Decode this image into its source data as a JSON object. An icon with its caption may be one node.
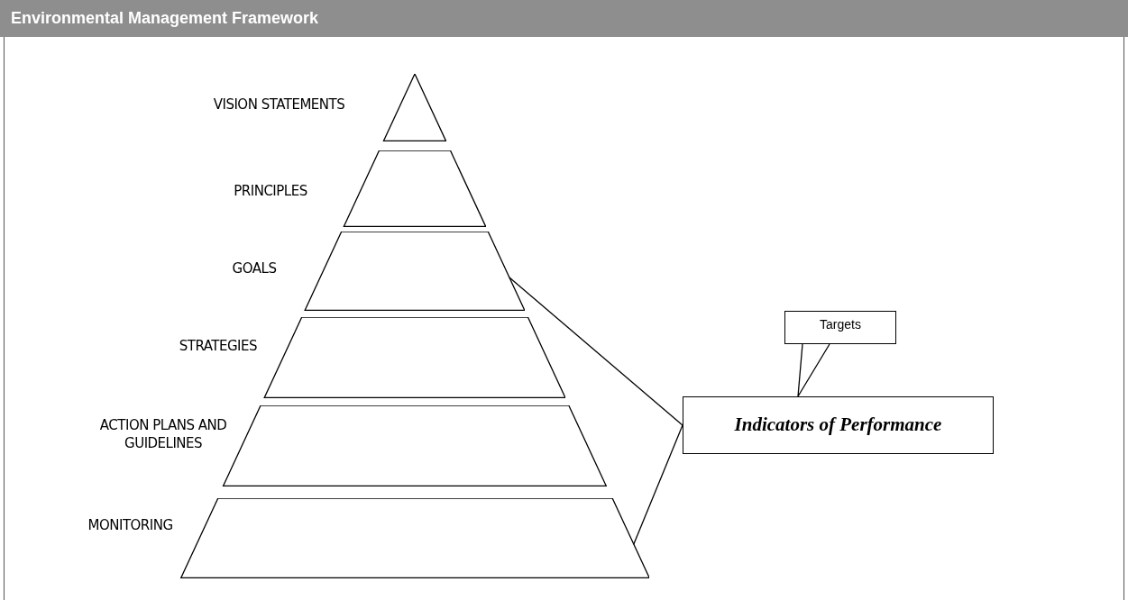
{
  "diagram": {
    "title": "Environmental Management Framework",
    "nodes": [
      {
        "text": [
          "VISION STATEMENTS"
        ]
      },
      {
        "text": [
          "PRINCIPLES"
        ]
      },
      {
        "text": [
          "GOALS"
        ]
      },
      {
        "text": [
          "STRATEGIES"
        ]
      },
      {
        "text": [
          "ACTION PLANS AND GUIDELINES"
        ]
      },
      {
        "text": [
          "MONITORING"
        ]
      },
      {
        "text": [
          "Indicators of Performance"
        ]
      },
      {
        "text": [
          "Targets"
        ]
      }
    ],
    "edges": [
      {
        "from": 6,
        "to": 2,
        "arrow": "none"
      },
      {
        "from": 6,
        "to": 5,
        "arrow": "none"
      },
      {
        "from": 7,
        "to": 6,
        "arrow": "none"
      }
    ]
  }
}
